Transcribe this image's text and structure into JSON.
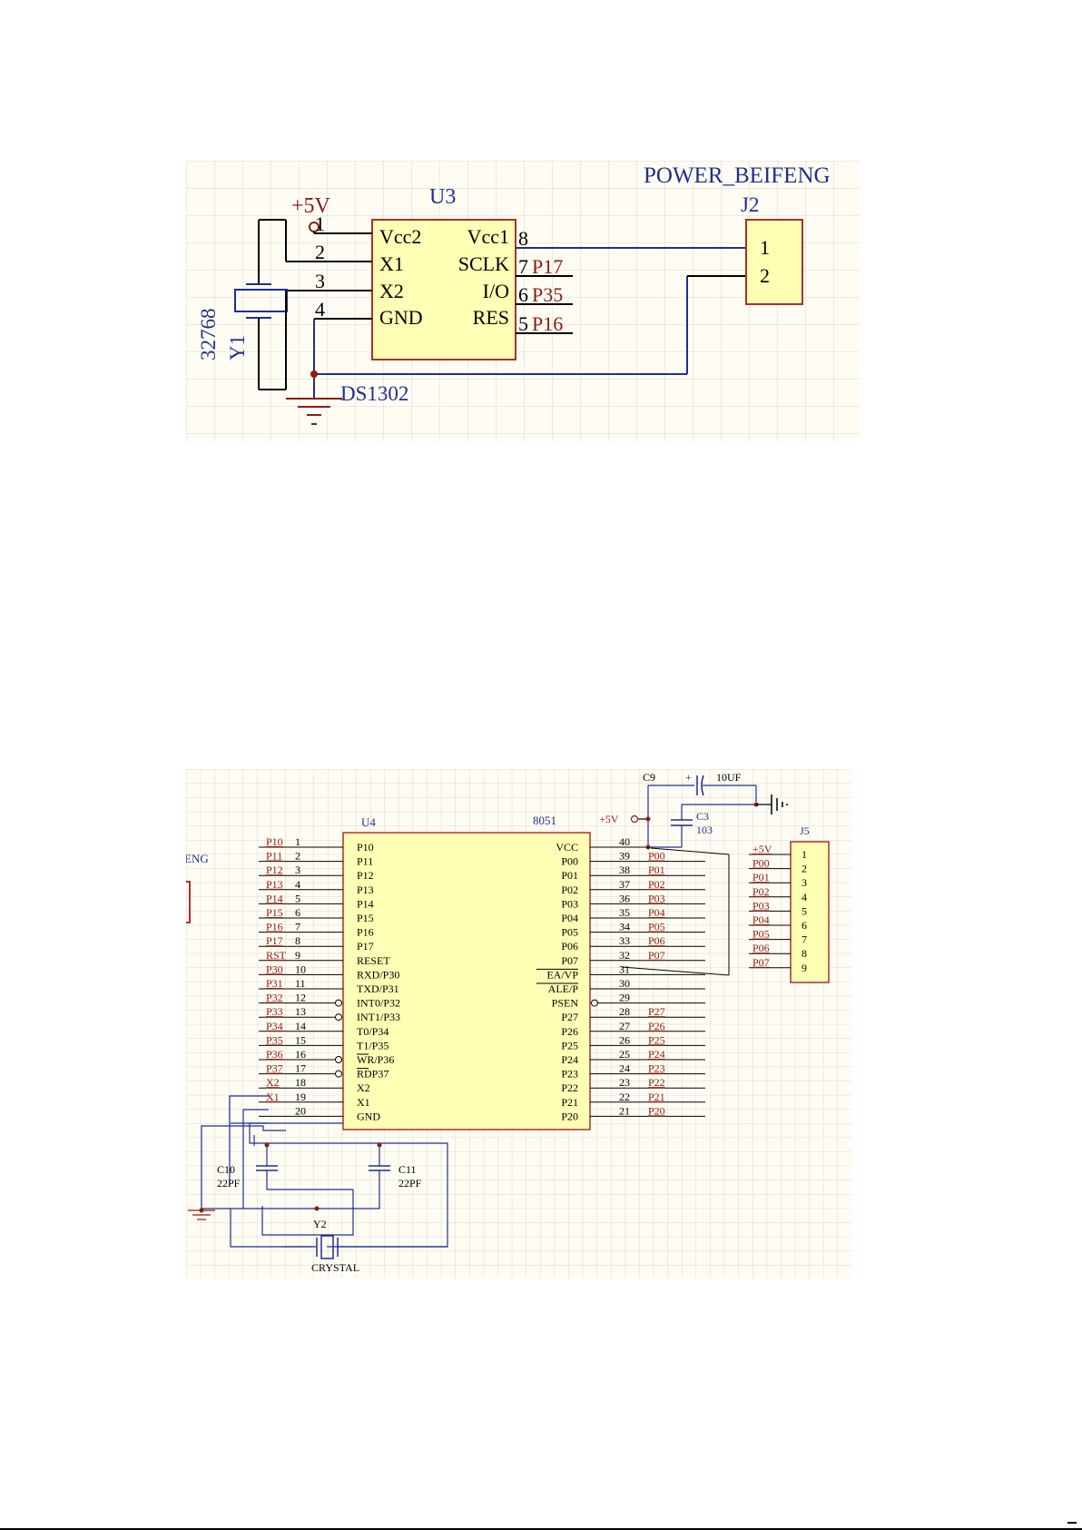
{
  "colors": {
    "background": "#FFFDF3",
    "grid": "#D7D7D2",
    "chip_fill": "#FEFFB5",
    "chip_border": "#A8322A",
    "blue": "#1F2F8F",
    "net_red": "#8E1A12",
    "wire": "#000000"
  },
  "schematic1": {
    "title": "POWER_BEIFENG",
    "power": "+5V",
    "chip_ref": "U3",
    "chip_part": "DS1302",
    "left_pins": [
      {
        "num": "1",
        "name": "Vcc2"
      },
      {
        "num": "2",
        "name": "X1"
      },
      {
        "num": "3",
        "name": "X2"
      },
      {
        "num": "4",
        "name": "GND"
      }
    ],
    "right_pins": [
      {
        "num": "8",
        "name": "Vcc1",
        "net": ""
      },
      {
        "num": "7",
        "name": "SCLK",
        "net": "P17"
      },
      {
        "num": "6",
        "name": "I/O",
        "net": "P35"
      },
      {
        "num": "5",
        "name": "RES",
        "net": "P16"
      }
    ],
    "crystal_value": "32768",
    "crystal_ref": "Y1",
    "connector_ref": "J2",
    "connector_pins": [
      "1",
      "2"
    ]
  },
  "schematic2": {
    "chip_ref": "U4",
    "chip_part": "8051",
    "left_pins": [
      {
        "num": "1",
        "name": "P10",
        "net": "P10",
        "bubble": false
      },
      {
        "num": "2",
        "name": "P11",
        "net": "P11",
        "bubble": false
      },
      {
        "num": "3",
        "name": "P12",
        "net": "P12",
        "bubble": false
      },
      {
        "num": "4",
        "name": "P13",
        "net": "P13",
        "bubble": false
      },
      {
        "num": "5",
        "name": "P14",
        "net": "P14",
        "bubble": false
      },
      {
        "num": "6",
        "name": "P15",
        "net": "P15",
        "bubble": false
      },
      {
        "num": "7",
        "name": "P16",
        "net": "P16",
        "bubble": false
      },
      {
        "num": "8",
        "name": "P17",
        "net": "P17",
        "bubble": false
      },
      {
        "num": "9",
        "name": "RESET",
        "net": "RST",
        "bubble": false
      },
      {
        "num": "10",
        "name": "RXD/P30",
        "net": "P30",
        "bubble": false
      },
      {
        "num": "11",
        "name": "TXD/P31",
        "net": "P31",
        "bubble": false
      },
      {
        "num": "12",
        "name": "INT0/P32",
        "net": "P32",
        "bubble": true
      },
      {
        "num": "13",
        "name": "INT1/P33",
        "net": "P33",
        "bubble": true
      },
      {
        "num": "14",
        "name": "T0/P34",
        "net": "P34",
        "bubble": false
      },
      {
        "num": "15",
        "name": "T1/P35",
        "net": "P35",
        "bubble": false
      },
      {
        "num": "16",
        "name": "WR/P36",
        "net": "P36",
        "bubble": true
      },
      {
        "num": "17",
        "name": "RDP37",
        "net": "P37",
        "bubble": true
      },
      {
        "num": "18",
        "name": "X2",
        "net": "X2",
        "bubble": false
      },
      {
        "num": "19",
        "name": "X1",
        "net": "X1",
        "bubble": false
      },
      {
        "num": "20",
        "name": "GND",
        "net": "",
        "bubble": false
      }
    ],
    "right_pins": [
      {
        "num": "40",
        "name": "VCC",
        "net": "",
        "bubble": false
      },
      {
        "num": "39",
        "name": "P00",
        "net": "P00",
        "bubble": false
      },
      {
        "num": "38",
        "name": "P01",
        "net": "P01",
        "bubble": false
      },
      {
        "num": "37",
        "name": "P02",
        "net": "P02",
        "bubble": false
      },
      {
        "num": "36",
        "name": "P03",
        "net": "P03",
        "bubble": false
      },
      {
        "num": "35",
        "name": "P04",
        "net": "P04",
        "bubble": false
      },
      {
        "num": "34",
        "name": "P05",
        "net": "P05",
        "bubble": false
      },
      {
        "num": "33",
        "name": "P06",
        "net": "P06",
        "bubble": false
      },
      {
        "num": "32",
        "name": "P07",
        "net": "P07",
        "bubble": false
      },
      {
        "num": "31",
        "name": "EA/VP",
        "net": "",
        "bubble": false
      },
      {
        "num": "30",
        "name": "ALE/P",
        "net": "",
        "bubble": false
      },
      {
        "num": "29",
        "name": "PSEN",
        "net": "",
        "bubble": true
      },
      {
        "num": "28",
        "name": "P27",
        "net": "P27",
        "bubble": false
      },
      {
        "num": "27",
        "name": "P26",
        "net": "P26",
        "bubble": false
      },
      {
        "num": "26",
        "name": "P25",
        "net": "P25",
        "bubble": false
      },
      {
        "num": "25",
        "name": "P24",
        "net": "P24",
        "bubble": false
      },
      {
        "num": "24",
        "name": "P23",
        "net": "P23",
        "bubble": false
      },
      {
        "num": "23",
        "name": "P22",
        "net": "P22",
        "bubble": false
      },
      {
        "num": "22",
        "name": "P21",
        "net": "P21",
        "bubble": false
      },
      {
        "num": "21",
        "name": "P20",
        "net": "P20",
        "bubble": false
      }
    ],
    "power": "+5V",
    "c9_ref": "C9",
    "c9_value": "10UF",
    "c9_plus": "+",
    "c3_ref": "C3",
    "c3_value": "103",
    "c10_ref": "C10",
    "c10_value": "22PF",
    "c11_ref": "C11",
    "c11_value": "22PF",
    "crystal_ref": "Y2",
    "crystal_value": "CRYSTAL",
    "connector_ref": "J5",
    "connector_pins": [
      "1",
      "2",
      "3",
      "4",
      "5",
      "6",
      "7",
      "8",
      "9"
    ],
    "connector_nets": [
      "+5V",
      "P00",
      "P01",
      "P02",
      "P03",
      "P04",
      "P05",
      "P06",
      "P07"
    ],
    "edge_fragment": "ENG"
  }
}
